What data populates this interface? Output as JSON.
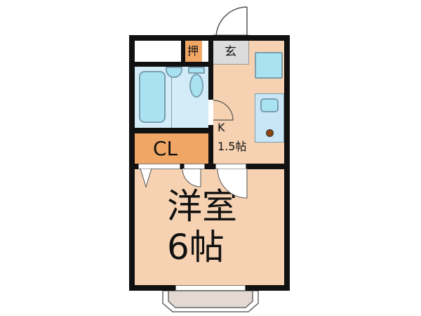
{
  "rooms": {
    "western_room": {
      "name": "洋室",
      "size": "6帖"
    },
    "kitchen": {
      "name": "K",
      "size": "1.5帖"
    },
    "closet": {
      "name": "CL"
    },
    "oshiire": {
      "name": "押"
    },
    "entrance": {
      "name": "玄"
    }
  },
  "colors": {
    "floor": "#f6d2b2",
    "closet": "#f0a766",
    "bath": "#d4ecf8",
    "fixture": "#a9e3f2",
    "entrance": "#dcdcdc",
    "wall": "#111111"
  }
}
